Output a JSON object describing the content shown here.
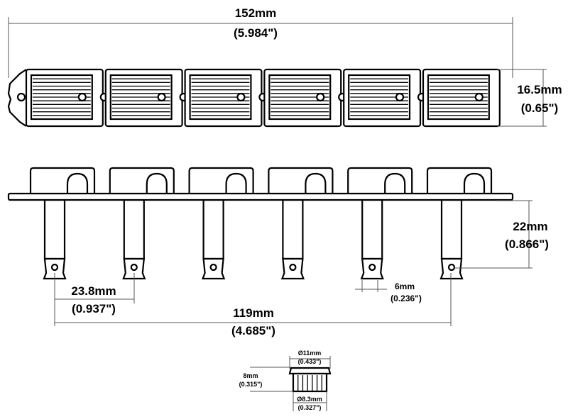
{
  "dimensions": {
    "overall_length": {
      "metric": "152mm",
      "imperial": "(5.984\")"
    },
    "height": {
      "metric": "16.5mm",
      "imperial": "(0.65\")"
    },
    "pin_length": {
      "metric": "22mm",
      "imperial": "(0.866\")"
    },
    "pin_spacing": {
      "metric": "23.8mm",
      "imperial": "(0.937\")"
    },
    "pin_diameter": {
      "metric": "6mm",
      "imperial": "(0.236\")"
    },
    "pin_span": {
      "metric": "119mm",
      "imperial": "(4.685\")"
    }
  },
  "button_detail": {
    "cap_diameter": {
      "metric": "Ø11mm",
      "imperial": "(0.433\")"
    },
    "height": {
      "metric": "8mm",
      "imperial": "(0.315\")"
    },
    "body_diameter": {
      "metric": "Ø8.3mm",
      "imperial": "(0.327\")"
    }
  },
  "module_count": 6
}
